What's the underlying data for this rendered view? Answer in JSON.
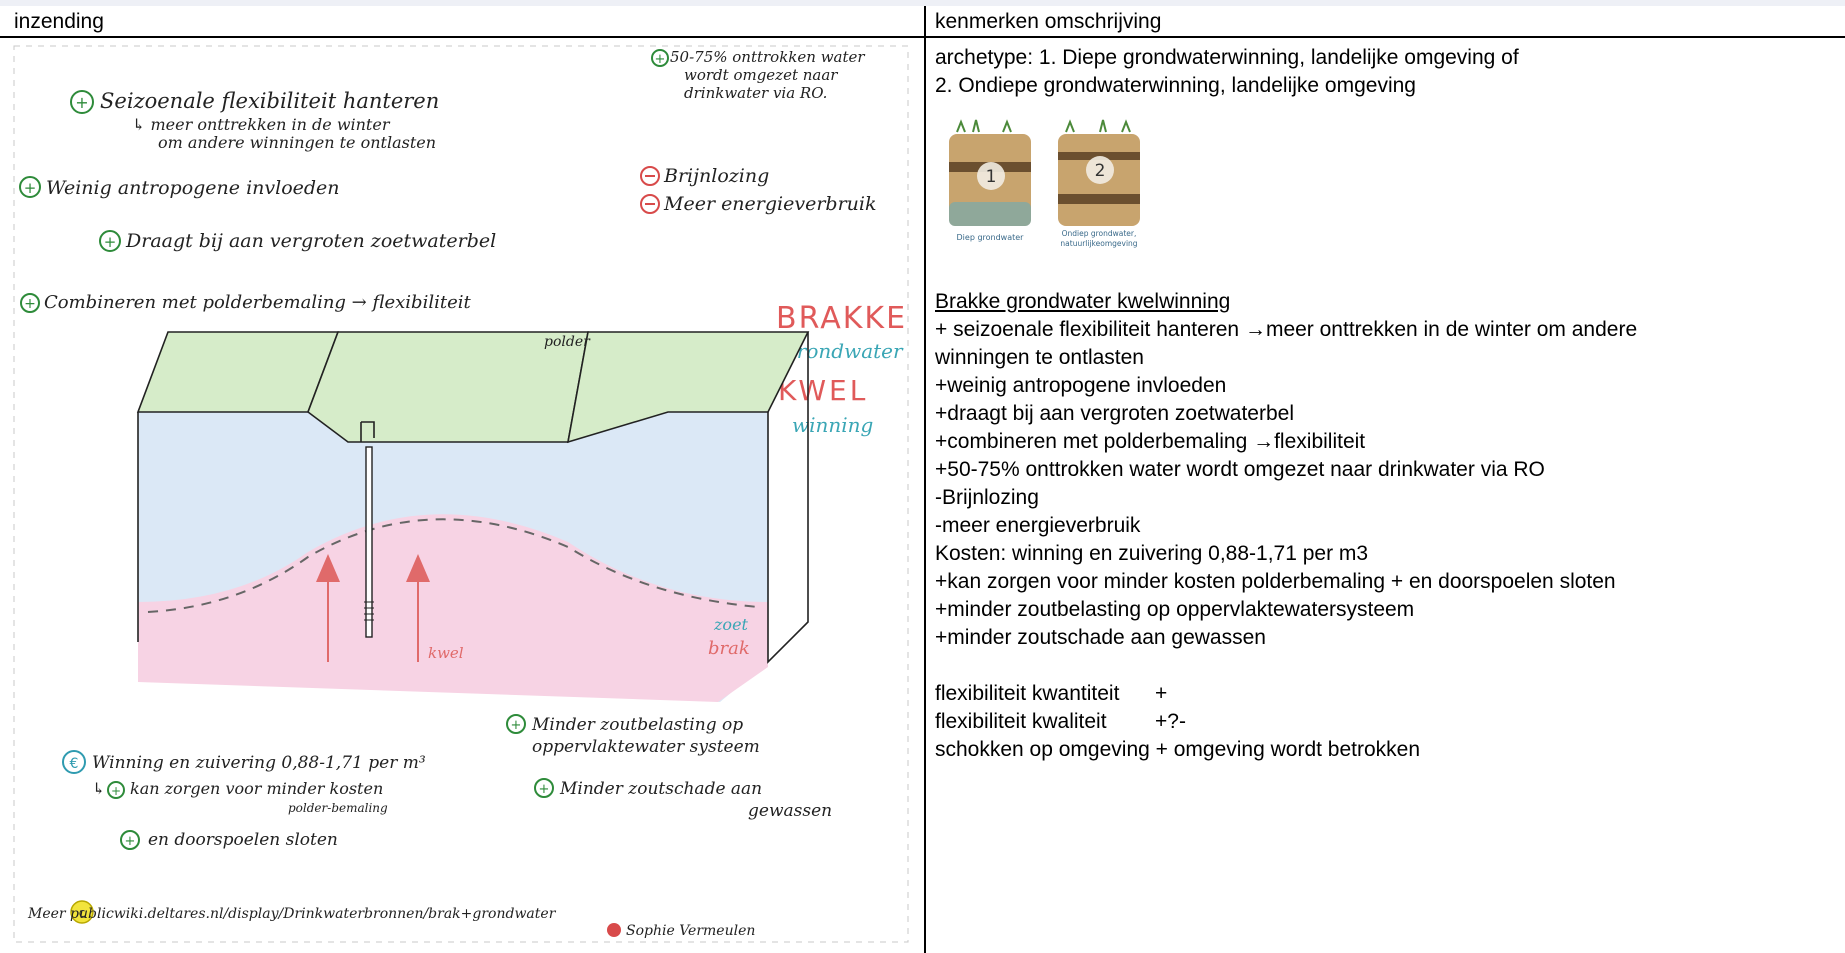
{
  "table": {
    "col_left_header": "inzending",
    "col_right_header": "kenmerken omschrijving"
  },
  "sketch": {
    "notes": {
      "n1_line1": "Seizoenale flexibiliteit hanteren",
      "n1_line2": "meer onttrekken in de winter",
      "n1_line3": "om andere winningen te ontlasten",
      "n2": "Weinig antropogene invloeden",
      "n3": "Draagt bij aan vergroten zoetwaterbel",
      "n4": "Combineren met polderbemaling",
      "n4b": "flexibiliteit",
      "n5_line1": "50-75% onttrokken water",
      "n5_line2": "wordt omgezet naar",
      "n5_line3": "drinkwater via RO.",
      "n6": "Brijnlozing",
      "n7": "Meer energieverbruik",
      "title1": "BRAKKE",
      "title2": "grondwater",
      "title3": "KWEL",
      "title4": "winning",
      "label_polder": "polder",
      "label_zoet": "zoet",
      "label_brak": "brak",
      "label_kwel": "kwel",
      "n8": "Winning en zuivering 0,88-1,71 per m³",
      "n9_line1": "kan zorgen voor minder kosten",
      "n9_line2": "polder-bemaling",
      "n10": "en doorspoelen sloten",
      "n11_line1": "Minder zoutbelasting op",
      "n11_line2": "oppervlaktewater systeem",
      "n12_line1": "Minder zoutschade aan",
      "n12_line2": "gewassen",
      "footer": "Meer publicwiki.deltares.nl/display/Drinkwaterbronnen/brak+grondwater",
      "author": "Sophie Vermeulen"
    },
    "colors": {
      "green_fill": "#d6ecc9",
      "blue_fill": "#dbe8f6",
      "pink_fill": "#f7d3e4",
      "arrow_red": "#e06a6a",
      "title_red": "#e05a5a",
      "title_teal": "#3aa6b5",
      "circle_green": "#2e8b3a",
      "circle_red": "#d84a4a",
      "circle_teal": "#2f9bb0",
      "circle_yellow": "#f2e43c"
    }
  },
  "right": {
    "archetype_line1": "archetype: 1. Diepe grondwaterwinning, landelijke omgeving of",
    "archetype_line2": "2. Ondiepe grondwaterwinning, landelijke omgeving",
    "thumb1_number": "1",
    "thumb1_caption": "Diep grondwater",
    "thumb2_number": "2",
    "thumb2_caption_line1": "Ondiep grondwater,",
    "thumb2_caption_line2": "natuurlijkeomgeving",
    "section_title": "Brakke grondwater kwelwinning",
    "lines": [
      "+ seizoenale flexibiliteit hanteren →meer onttrekken in de winter om andere",
      "winningen te ontlasten",
      "+weinig antropogene invloeden",
      "+draagt bij aan vergroten zoetwaterbel",
      "+combineren met polderbemaling →flexibiliteit",
      "+50-75% onttrokken water wordt omgezet naar drinkwater via RO",
      "-Brijnlozing",
      "-meer energieverbruik",
      "Kosten: winning en zuivering 0,88-1,71 per m3",
      "+kan zorgen voor minder kosten polderbemaling + en doorspoelen sloten",
      "+minder zoutbelasting op oppervlaktewatersysteem",
      "+minder zoutschade aan gewassen"
    ],
    "flex_quantity_label": "flexibiliteit kwantiteit",
    "flex_quantity_value": "+",
    "flex_quality_label": "flexibiliteit kwaliteit",
    "flex_quality_value": "+?-",
    "shocks": "schokken op omgeving +  omgeving wordt betrokken"
  }
}
